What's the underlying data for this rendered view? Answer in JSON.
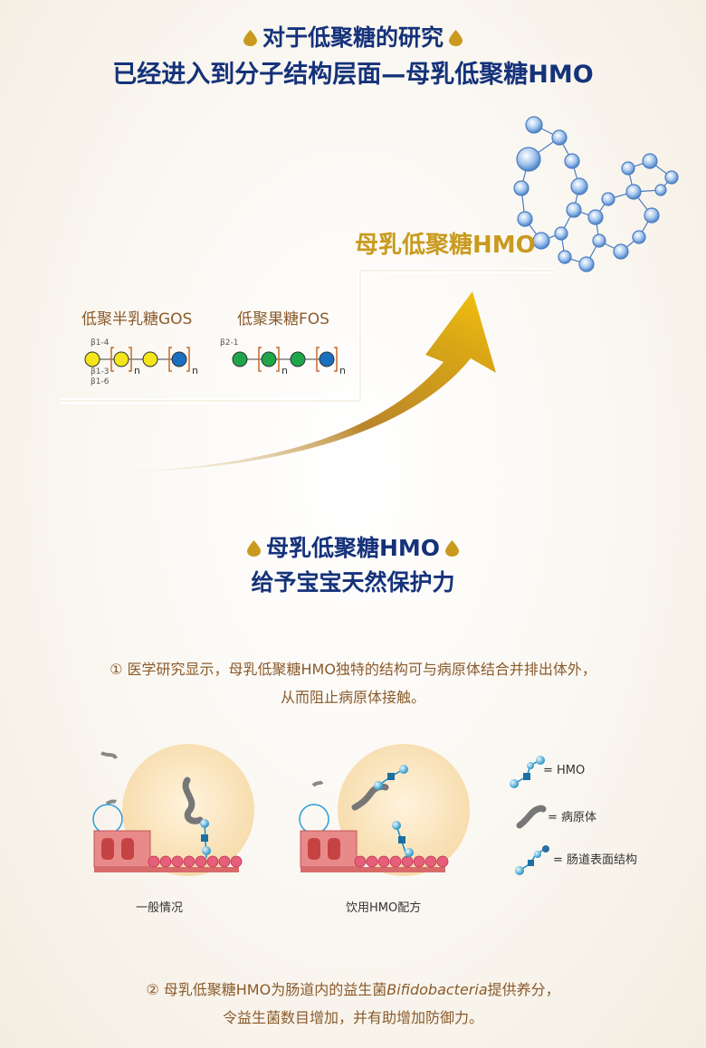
{
  "section1": {
    "title_line1": "对于低聚糖的研究",
    "title_line2": "已经进入到分子结构层面—母乳低聚糖HMO"
  },
  "evolution": {
    "hmo_label": "母乳低聚糖HMO",
    "gos_label": "低聚半乳糖GOS",
    "fos_label": "低聚果糖FOS",
    "gos_bond_top": "β1-4",
    "gos_bond_bottom_1": "β1-3",
    "gos_bond_bottom_2": "β1-6",
    "fos_bond_top": "β2-1",
    "subscript_n": "n"
  },
  "section2": {
    "title_line1": "母乳低聚糖HMO",
    "title_line2": "给予宝宝天然保护力"
  },
  "point1": {
    "line1": "① 医学研究显示，母乳低聚糖HMO独特的结构可与病原体结合并排出体外，",
    "line2": "从而阻止病原体接触。"
  },
  "diagram": {
    "caption_left": "一般情况",
    "caption_right": "饮用HMO配方",
    "legend": [
      {
        "label": "= HMO",
        "icon": "hmo-chain-icon"
      },
      {
        "label": "= 病原体",
        "icon": "pathogen-icon"
      },
      {
        "label": "= 肠道表面结构",
        "icon": "gut-surface-structure-icon"
      }
    ]
  },
  "point2": {
    "line1_prefix": "② 母乳低聚糖HMO为肠道内的益生菌",
    "line1_italic": "Bifidobacteria",
    "line1_suffix": "提供养分，",
    "line2": "令益生菌数目增加，并有助增加防御力。"
  },
  "colors": {
    "navy": "#15327a",
    "gold": "#c99a1e",
    "brown": "#8a5a2b",
    "yellow_unit": "#f4e61a",
    "blue_unit": "#1a6fc0",
    "green_unit": "#1fa64a"
  }
}
